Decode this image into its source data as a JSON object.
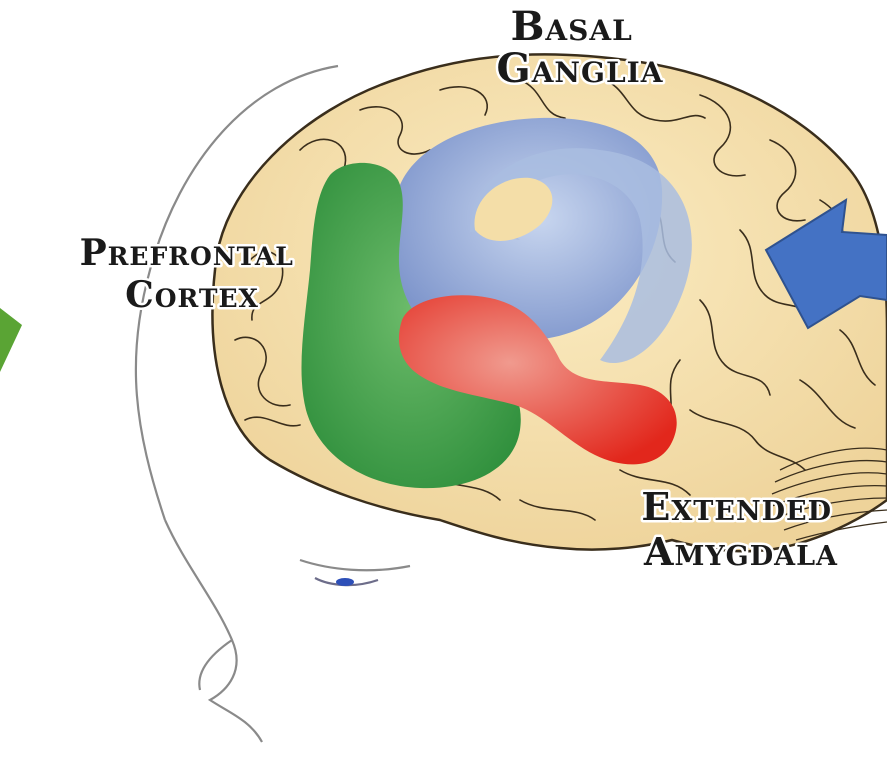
{
  "labels": {
    "basal_ganglia": [
      "Basal",
      "Ganglia"
    ],
    "prefrontal_cortex": [
      "Prefrontal",
      "Cortex"
    ],
    "extended_amygdala": [
      "Extended",
      "Amygdala"
    ]
  },
  "colors": {
    "brain_fill": "#f4dea8",
    "brain_outline": "#3a2e1c",
    "basal_ganglia": "#9aaed6",
    "prefrontal_cortex": "#4fa657",
    "extended_amygdala": "#e4473c",
    "arrow_left": "#5aa434",
    "arrow_right": "#4472c4",
    "head_outline": "#8a8a8a"
  }
}
